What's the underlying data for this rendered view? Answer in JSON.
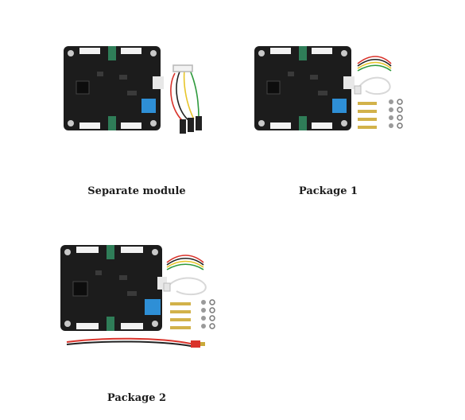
{
  "products": [
    {
      "label": "Separate module",
      "accessories": [
        "controller-board",
        "jumper-wire-harness"
      ]
    },
    {
      "label": "Package 1",
      "accessories": [
        "controller-board",
        "jumper-wire-harness",
        "usb-cable",
        "brass-standoffs",
        "screws"
      ]
    },
    {
      "label": "Package 2",
      "accessories": [
        "controller-board",
        "jumper-wire-harness",
        "usb-cable",
        "brass-standoffs",
        "screws",
        "power-lead-with-plug"
      ]
    }
  ],
  "colors": {
    "board": "#1c1c1c",
    "connector_white": "#f2f2f2",
    "connector_green": "#2f7d58",
    "terminal_blue": "#2e8fd6",
    "brass": "#d2b24a",
    "wire_red": "#d9332b",
    "wire_black": "#222222",
    "wire_yellow": "#e7c52a",
    "wire_green": "#2f9a3d"
  }
}
